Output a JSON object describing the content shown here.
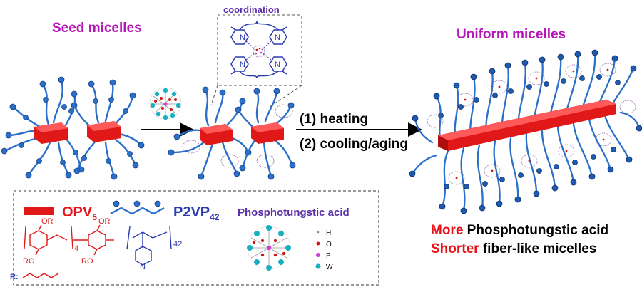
{
  "titles": {
    "seed": "Seed micelles",
    "uniform": "Uniform micelles",
    "coordination": "coordination"
  },
  "steps": {
    "step1": "(1) heating",
    "step2": "(2) cooling/aging"
  },
  "legend": {
    "opv_main": "OPV",
    "opv_sub": "5",
    "p2vp_main": "P2VP",
    "p2vp_sub": "42",
    "pta": "Phosphotungstic acid",
    "repeat_4": "4",
    "repeat_42": "42",
    "or_label": "OR",
    "ro_label": "RO",
    "r_label": "R:",
    "n_label": "N",
    "atoms": [
      "H",
      "O",
      "P",
      "W"
    ]
  },
  "conclusion": {
    "line1_highlight": "More",
    "line1_rest": " Phosphotungstic acid",
    "line2_highlight": "Shorter",
    "line2_rest": " fiber-like micelles"
  },
  "colors": {
    "magenta": "#b416b8",
    "purple": "#5a2ea8",
    "chain": "#2a6fc8",
    "chain_dark": "#143e8a",
    "core": "#e01818",
    "red_text": "#e8141b",
    "chem_red": "#e01818",
    "chem_blue": "#2a3ab0",
    "atom_O": "#d01818",
    "atom_P": "#d040d0",
    "atom_W": "#18b0c0"
  }
}
